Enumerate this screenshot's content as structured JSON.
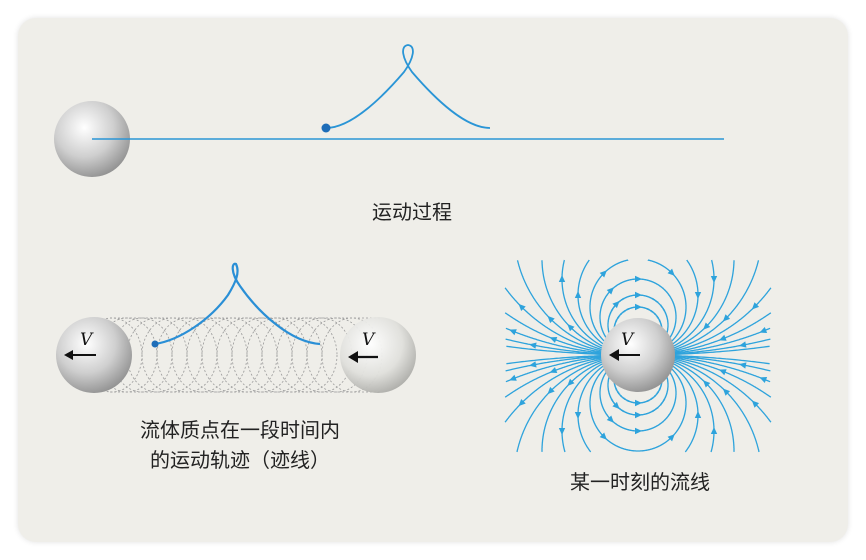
{
  "colors": {
    "background": "#efeee9",
    "trajectory": "#2a95d6",
    "streamline": "#2ea3dc",
    "path_dashed": "#9a9a9a"
  },
  "top_panel": {
    "caption": "运动过程"
  },
  "bottom_left_panel": {
    "caption_line1": "流体质点在一段时间内",
    "caption_line2": "的运动轨迹（迹线）",
    "velocity_label_left": "V",
    "velocity_label_right": "V"
  },
  "bottom_right_panel": {
    "caption": "某一时刻的流线",
    "velocity_label": "V"
  }
}
